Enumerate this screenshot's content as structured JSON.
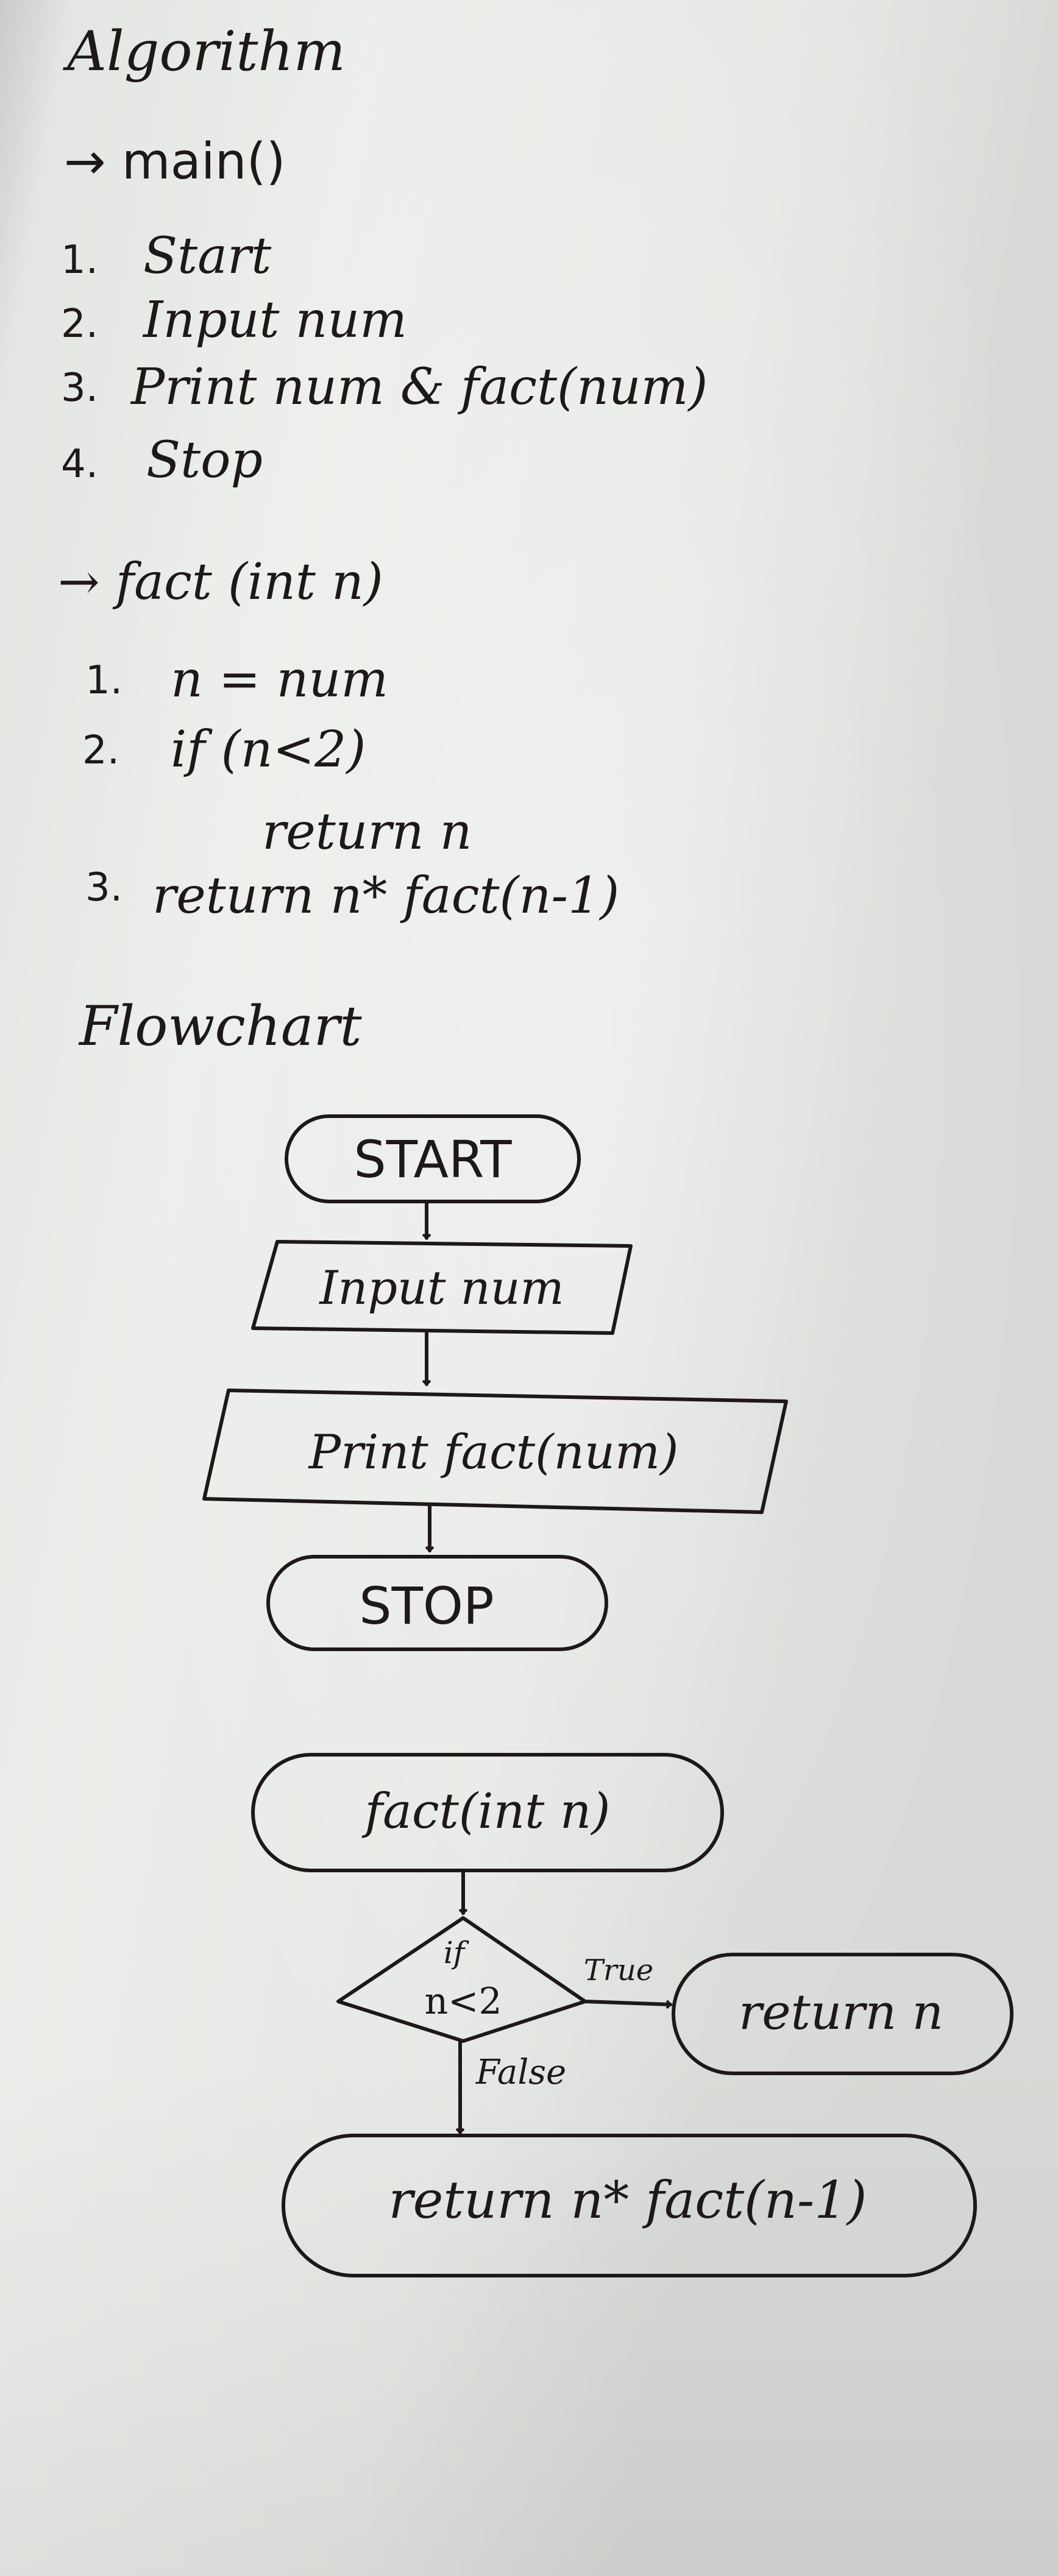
{
  "algorithm": {
    "title": "Algorithm",
    "main_header": "→ main()",
    "main_steps": [
      {
        "n": "1.",
        "text": "Start"
      },
      {
        "n": "2.",
        "text": "Input num"
      },
      {
        "n": "3.",
        "text": "Print num & fact(num)"
      },
      {
        "n": "4.",
        "text": "Stop"
      }
    ],
    "fact_header": "→ fact (int n)",
    "fact_steps": [
      {
        "n": "1.",
        "text": "n = num"
      },
      {
        "n": "2.",
        "text": "if (n<2)"
      },
      {
        "n": "",
        "text": "return n"
      },
      {
        "n": "3.",
        "text": "return n* fact(n-1)"
      }
    ]
  },
  "flowchart": {
    "title": "Flowchart",
    "main_flow": {
      "start": "START",
      "input": "Input num",
      "print": "Print fact(num)",
      "stop": "STOP"
    },
    "fact_flow": {
      "entry": "fact(int n)",
      "decision_if": "if",
      "decision_cond": "n<2",
      "true_label": "True",
      "false_label": "False",
      "return_true": "return n",
      "return_false": "return n* fact(n-1)"
    }
  }
}
